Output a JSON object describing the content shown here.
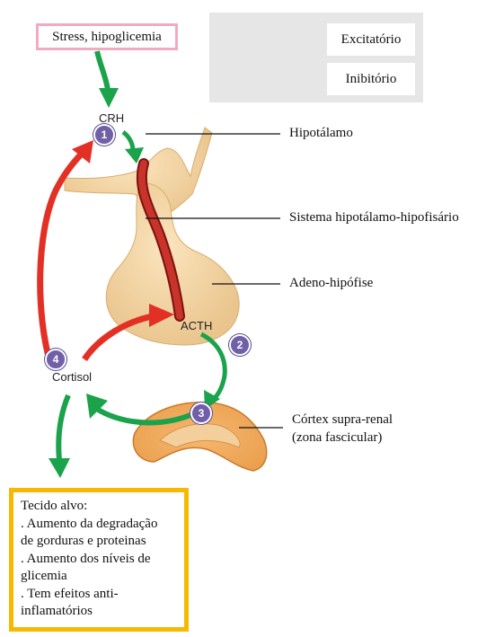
{
  "stimulus": "Stress, hipoglicemia",
  "legend": {
    "excitatory": "Excitatório",
    "inhibitory": "Inibitório"
  },
  "hormones": {
    "crh": "CRH",
    "acth": "ACTH",
    "cortisol": "Cortisol"
  },
  "labels": {
    "hypothalamus": "Hipotálamo",
    "portal_system": "Sistema hipotálamo-hipofisário",
    "adenohypophysis": "Adeno-hipófise",
    "adrenal_line1": "Córtex supra-renal",
    "adrenal_line2": "(zona fascicular)"
  },
  "steps": [
    "1",
    "2",
    "3",
    "4"
  ],
  "target": {
    "title": "Tecido alvo:",
    "lines": [
      ". Aumento da degradação",
      "de gorduras e proteinas",
      ". Aumento dos níveis de",
      "glicemia",
      ". Tem efeitos anti-",
      "inflamatórios"
    ]
  },
  "colors": {
    "excitatory": "#1aa34a",
    "inhibitory": "#e23124",
    "stimulus_border": "#f4a9c3",
    "target_border": "#f6b800",
    "badge": "#7060a8"
  }
}
